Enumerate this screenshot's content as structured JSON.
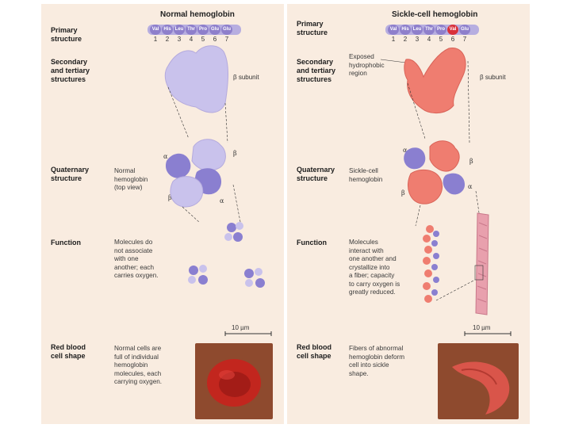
{
  "left": {
    "title": "Normal hemoglobin",
    "labels": {
      "primary": "Primary\nstructure",
      "secondary": "Secondary\nand tertiary\nstructures",
      "quaternary": "Quaternary\nstructure",
      "function": "Function",
      "rbc": "Red blood\ncell shape"
    },
    "amino_acids": [
      "Val",
      "His",
      "Leu",
      "Thr",
      "Pro",
      "Glu",
      "Glu"
    ],
    "numbers": [
      "1",
      "2",
      "3",
      "4",
      "5",
      "6",
      "7"
    ],
    "beta_subunit": "β subunit",
    "quat_desc": "Normal\nhemoglobin\n(top view)",
    "function_desc": "Molecules do\nnot associate\nwith one\nanother; each\ncarries oxygen.",
    "scale": "10 µm",
    "rbc_desc": "Normal cells are\nfull of individual\nhemoglobin\nmolecules, each\ncarrying oxygen.",
    "alpha": "α",
    "beta": "β"
  },
  "right": {
    "title": "Sickle-cell hemoglobin",
    "labels": {
      "primary": "Primary\nstructure",
      "secondary": "Secondary\nand tertiary\nstructures",
      "quaternary": "Quaternary\nstructure",
      "function": "Function",
      "rbc": "Red blood\ncell shape"
    },
    "amino_acids": [
      "Val",
      "His",
      "Leu",
      "Thr",
      "Pro",
      "Val",
      "Glu"
    ],
    "numbers": [
      "1",
      "2",
      "3",
      "4",
      "5",
      "6",
      "7"
    ],
    "exposed": "Exposed\nhydrophobic\nregion",
    "beta_subunit": "β subunit",
    "quat_desc": "Sickle-cell\nhemoglobin",
    "function_desc": "Molecules\ninteract with\none another and\ncrystallize into\na fiber; capacity\nto carry oxygen is\ngreatly reduced.",
    "scale": "10 µm",
    "rbc_desc": "Fibers of abnormal\nhemoglobin deform\ncell into sickle\nshape.",
    "alpha": "α",
    "beta": "β"
  },
  "colors": {
    "panel": "#f9ece0",
    "normal_subunit": "#c9c2ec",
    "normal_dark": "#8a7fd0",
    "sickle_subunit": "#ef7d70",
    "sickle_dark": "#8a7fd0",
    "mutation": "#d9313a"
  }
}
